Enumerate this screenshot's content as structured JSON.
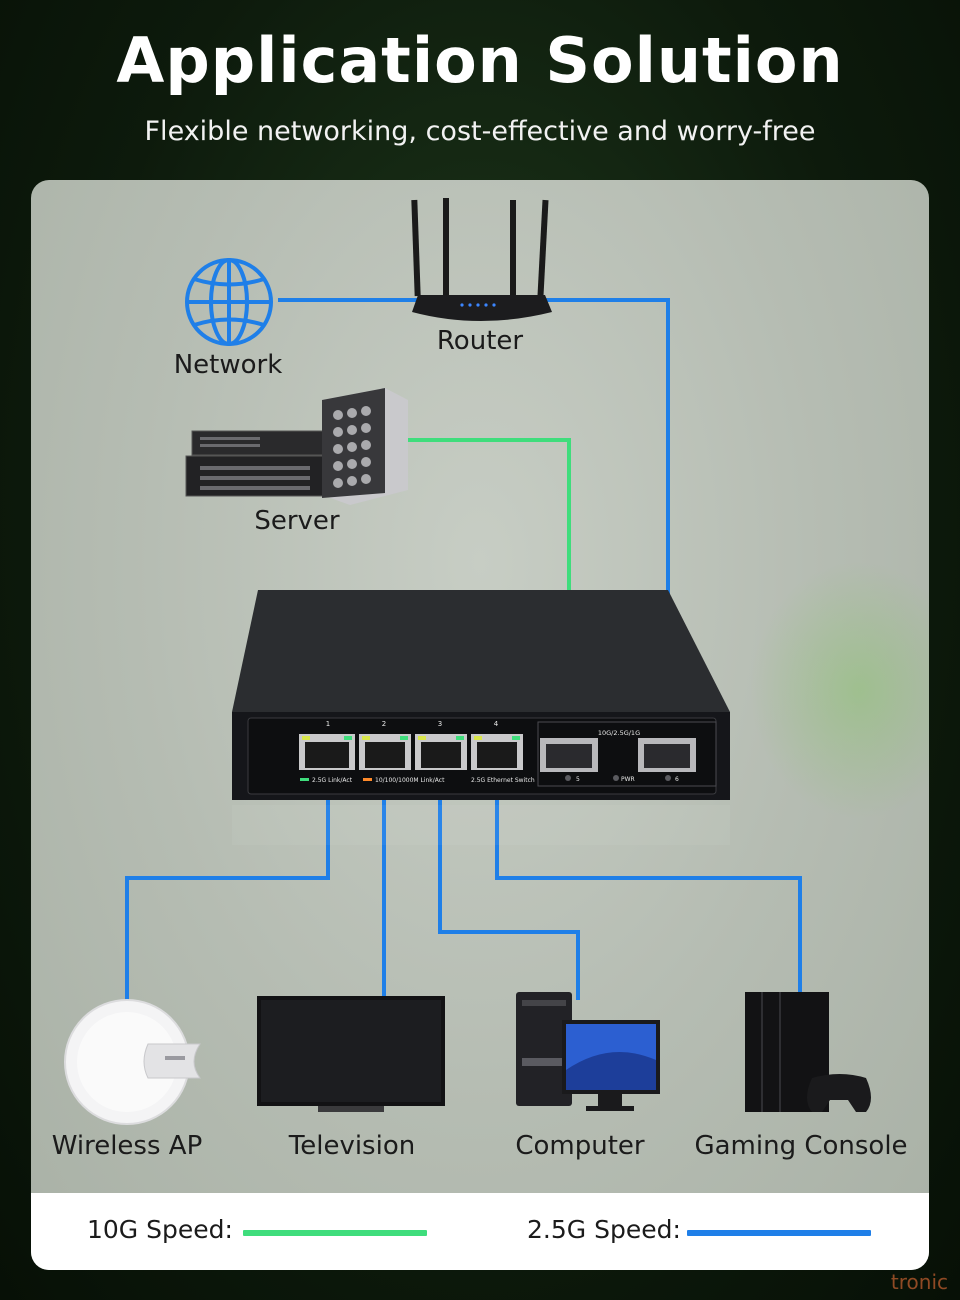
{
  "header": {
    "title": "Application Solution",
    "subtitle": "Flexible networking, cost-effective and worry-free"
  },
  "colors": {
    "speed_10g": "#3fdd7c",
    "speed_25g": "#1f7fe8",
    "panel": "#bcc3b9",
    "background": "#0f1f0d"
  },
  "nodes": {
    "network": "Network",
    "router": "Router",
    "server": "Server",
    "wireless_ap": "Wireless AP",
    "television": "Television",
    "computer": "Computer",
    "gaming_console": "Gaming Console"
  },
  "switch": {
    "port_numbers": [
      "1",
      "2",
      "3",
      "4"
    ],
    "sfp_header": "10G/2.5G/1G",
    "sfp_port_5": "5",
    "sfp_port_6": "6",
    "legend_link": "2.5G Link/Act",
    "legend_speed": "10/100/1000M Link/Act",
    "model_text": "2.5G Ethernet Switch",
    "pwr_label": "PWR"
  },
  "legend": {
    "speed_10g_label": "10G Speed:",
    "speed_25g_label": "2.5G Speed:"
  },
  "watermark": "tronic"
}
